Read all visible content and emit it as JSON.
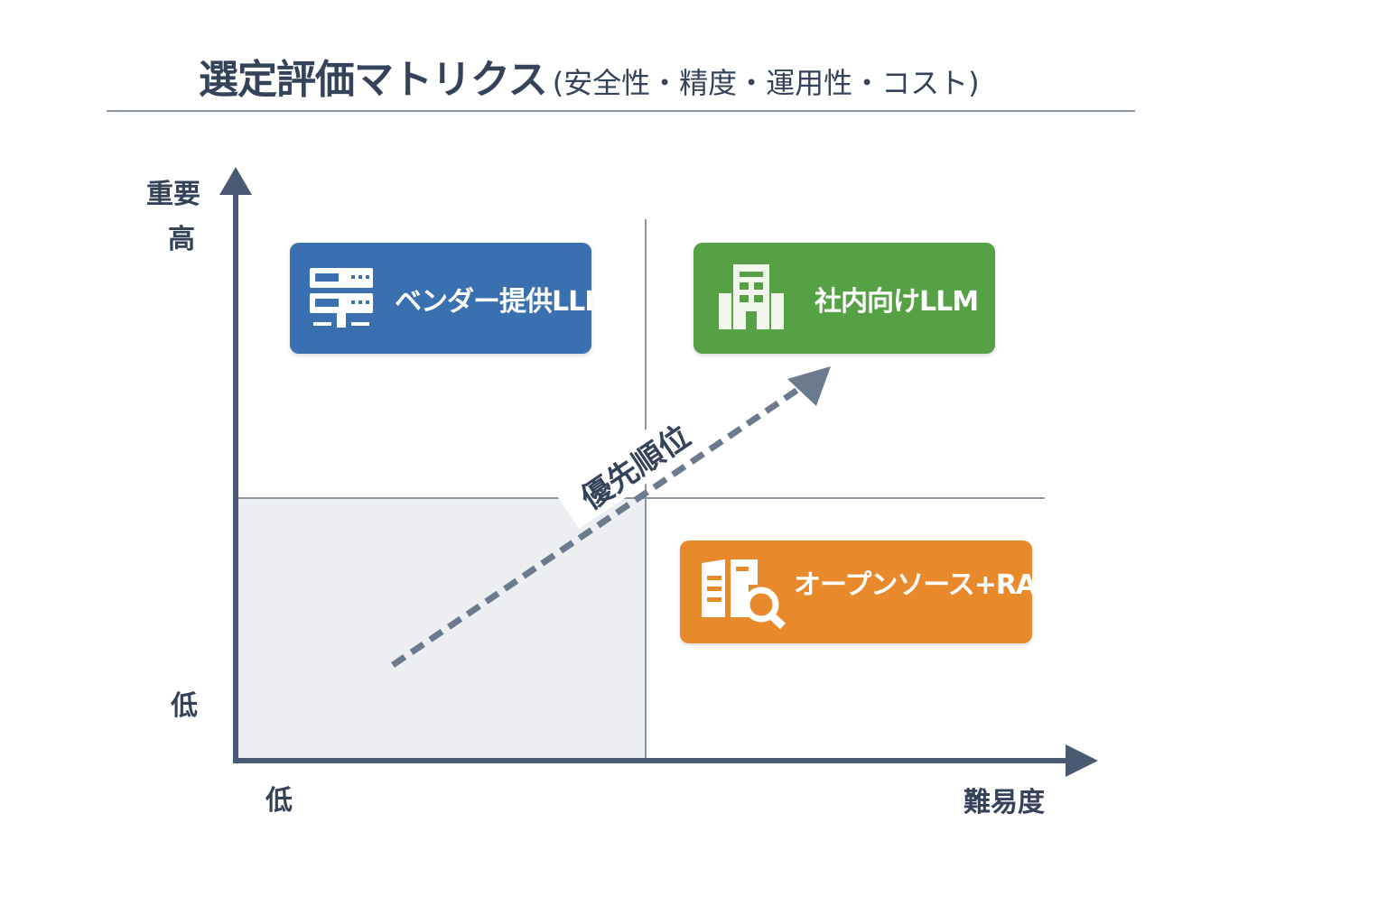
{
  "title": {
    "main": "選定評価マトリクス",
    "sub": "(安全性・精度・運用性・コスト)"
  },
  "axes": {
    "y_label": "重要",
    "y_high": "高",
    "y_low": "低",
    "x_low": "低",
    "x_label": "難易度"
  },
  "quadrants": [
    {
      "label": "ベンダー提供LLM",
      "icon": "server-icon",
      "color": "#3a6fb0",
      "position": "top-left"
    },
    {
      "label": "社内向けLLM",
      "icon": "building-icon",
      "color": "#56a045",
      "position": "top-right"
    },
    {
      "label": "オープンソース+RAG",
      "icon": "document-search-icon",
      "color": "#e88a2c",
      "position": "bottom-right"
    }
  ],
  "priority_arrow": {
    "label": "優先順位",
    "color": "#6b7a8c"
  },
  "colors": {
    "axis": "#4a5a73",
    "shade": "#eceef2",
    "divider": "#8a94a3"
  }
}
